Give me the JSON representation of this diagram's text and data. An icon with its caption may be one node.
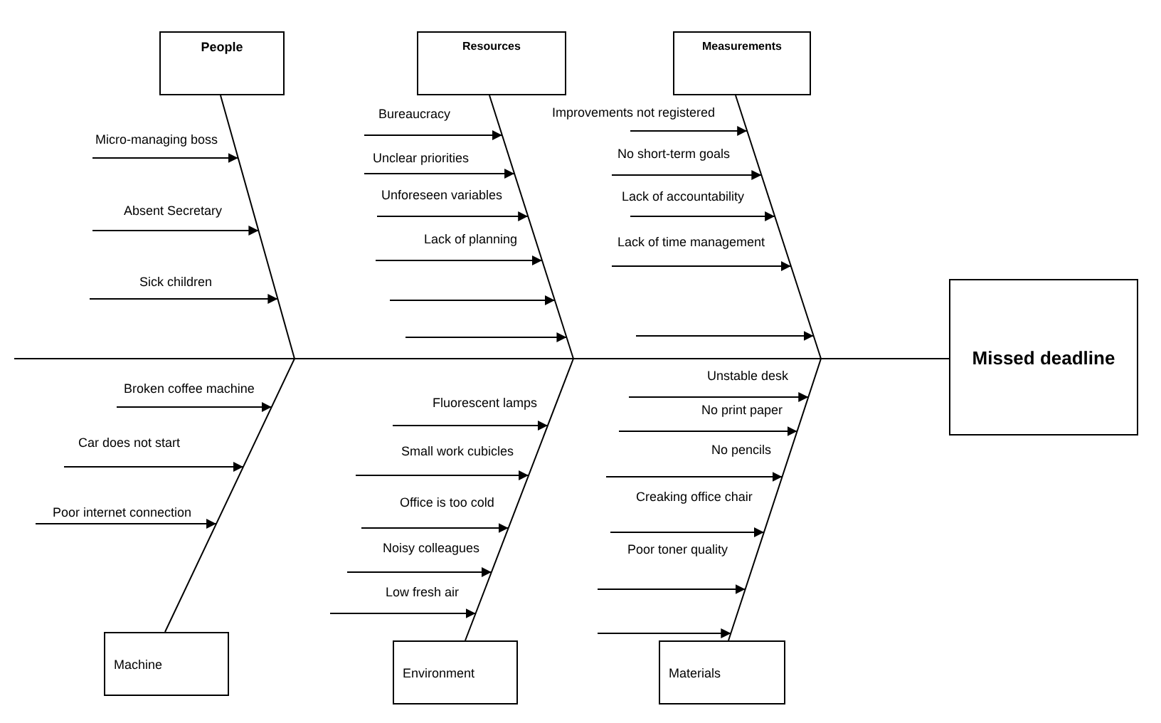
{
  "diagram": {
    "nodes": [
      {
        "text": [
          "People"
        ]
      },
      {
        "text": [
          "Resources"
        ]
      },
      {
        "text": [
          "Measurements"
        ]
      },
      {
        "text": [
          "Machine"
        ]
      },
      {
        "text": [
          "Environment"
        ]
      },
      {
        "text": [
          "Materials"
        ]
      },
      {
        "text": [
          "Missed deadline"
        ]
      },
      {
        "text": [],
        "shape": "bar"
      },
      {
        "text": [],
        "shape": "bar"
      },
      {
        "text": [],
        "shape": "bar"
      },
      {
        "text": [],
        "shape": "bar"
      },
      {
        "text": [],
        "shape": "bar"
      },
      {
        "text": [],
        "shape": "bar"
      },
      {
        "text": [],
        "shape": "bar"
      }
    ],
    "edges": [
      {
        "from": null,
        "to": 8,
        "arrow": "to",
        "label": "Micro-managing boss"
      },
      {
        "from": null,
        "to": 8,
        "arrow": "to",
        "label": "Absent Secretary"
      },
      {
        "from": null,
        "to": 8,
        "arrow": "to",
        "label": "Sick children"
      },
      {
        "from": null,
        "to": 9,
        "arrow": "to",
        "label": "Bureaucracy"
      },
      {
        "from": null,
        "to": 9,
        "arrow": "to",
        "label": "Unclear priorities"
      },
      {
        "from": null,
        "to": 9,
        "arrow": "to",
        "label": "Unforeseen variables"
      },
      {
        "from": null,
        "to": 9,
        "arrow": "to",
        "label": "Lack of planning"
      },
      {
        "from": null,
        "to": 9,
        "arrow": "to"
      },
      {
        "from": null,
        "to": 9,
        "arrow": "to"
      },
      {
        "from": null,
        "to": 10,
        "arrow": "to",
        "label": "Improvements not registered"
      },
      {
        "from": null,
        "to": 10,
        "arrow": "to",
        "label": "No short-term goals"
      },
      {
        "from": null,
        "to": 10,
        "arrow": "to",
        "label": "Lack of accountability"
      },
      {
        "from": null,
        "to": 10,
        "arrow": "to",
        "label": "Lack of time management"
      },
      {
        "from": null,
        "to": 10,
        "arrow": "to"
      },
      {
        "from": null,
        "to": 11,
        "arrow": "to",
        "label": "Broken coffee machine"
      },
      {
        "from": null,
        "to": 11,
        "arrow": "to",
        "label": "Car does not start"
      },
      {
        "from": null,
        "to": 11,
        "arrow": "to",
        "label": "Poor internet connection"
      },
      {
        "from": null,
        "to": 12,
        "arrow": "to",
        "label": "Fluorescent lamps"
      },
      {
        "from": null,
        "to": 12,
        "arrow": "to",
        "label": "Small work cubicles"
      },
      {
        "from": null,
        "to": 12,
        "arrow": "to",
        "label": "Office is too cold"
      },
      {
        "from": null,
        "to": 12,
        "arrow": "to",
        "label": "Noisy colleagues"
      },
      {
        "from": null,
        "to": 12,
        "arrow": "to",
        "label": "Low fresh air"
      },
      {
        "from": null,
        "to": 13,
        "arrow": "to",
        "label": "Unstable desk"
      },
      {
        "from": null,
        "to": 13,
        "arrow": "to",
        "label": "No print paper"
      },
      {
        "from": null,
        "to": 13,
        "arrow": "to",
        "label": "No pencils"
      },
      {
        "from": null,
        "to": 13,
        "arrow": "to",
        "label": "Creaking office chair"
      },
      {
        "from": null,
        "to": 13,
        "arrow": "to",
        "label": "Poor toner quality"
      },
      {
        "from": null,
        "to": 13,
        "arrow": "to"
      }
    ]
  }
}
